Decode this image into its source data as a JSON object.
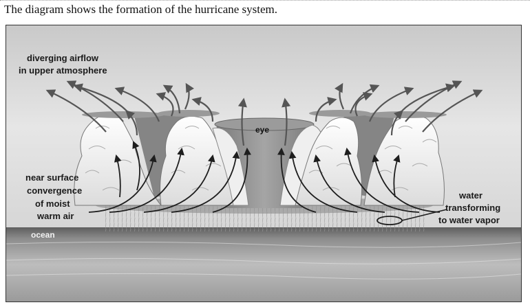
{
  "caption": "The diagram shows the formation of the hurricane system.",
  "diagram": {
    "labels": {
      "upper_line1": "diverging airflow",
      "upper_line2": "in upper atmosphere",
      "eye": "eye",
      "conv_line1": "near surface",
      "conv_line2": "convergence",
      "conv_line3": "of moist",
      "conv_line4": "warm air",
      "water_line1": "water",
      "water_line2": "transforming",
      "water_line3": "to water vapor",
      "ocean": "ocean"
    },
    "colors": {
      "sky_top": "#cfcfcf",
      "sky_bottom": "#e4e4e4",
      "eye_gray": "#8a8a8a",
      "cloud": "#f7f7f7",
      "arrow": "#222222",
      "ocean_dark": "#6f6f6f",
      "ocean_light": "#bdbdbd"
    }
  }
}
